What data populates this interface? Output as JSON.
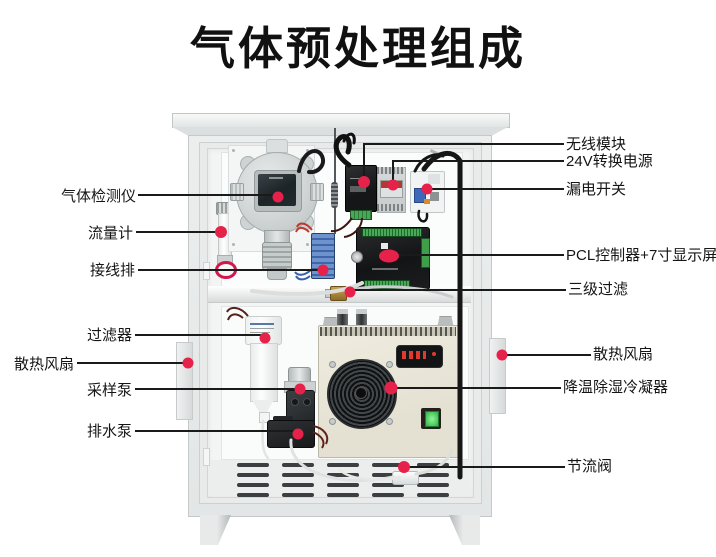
{
  "title": "气体预处理组成",
  "labels": {
    "gas_detector": "气体检测仪",
    "flow_meter": "流量计",
    "terminal_block": "接线排",
    "filter": "过滤器",
    "cooling_fan_left": "散热风扇",
    "sampling_pump": "采样泵",
    "drain_pump": "排水泵",
    "wireless_module": "无线模块",
    "power_converter_24v": "24V转换电源",
    "leakage_switch": "漏电开关",
    "plc_controller": "PCL控制器+7寸显示屏",
    "three_stage_filter": "三级过滤",
    "cooling_fan_right": "散热风扇",
    "condenser": "降温除湿冷凝器",
    "throttle_valve": "节流阀"
  },
  "colors": {
    "marker_red": "#e6224a",
    "callout_line": "#1a1a1a",
    "accent_green": "#35c24a"
  }
}
